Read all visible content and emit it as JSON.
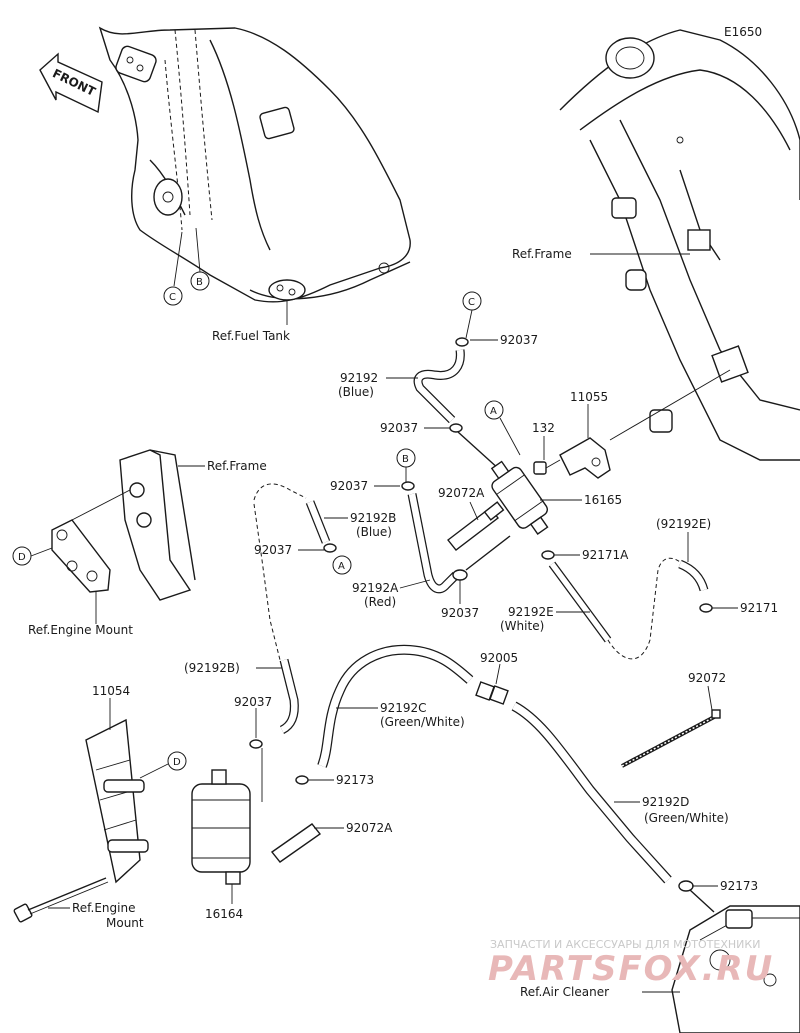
{
  "diagram_code": "E1650",
  "front_label": "FRONT",
  "refs": {
    "fuel_tank": "Ref.Fuel Tank",
    "frame_top": "Ref.Frame",
    "frame_left": "Ref.Frame",
    "engine_mount_1": "Ref.Engine Mount",
    "engine_mount_2_line1": "Ref.Engine",
    "engine_mount_2_line2": "Mount",
    "air_cleaner": "Ref.Air Cleaner"
  },
  "callouts": {
    "a1": "A",
    "a2": "A",
    "b1": "B",
    "b2": "B",
    "c1": "C",
    "c2": "C",
    "d1": "D",
    "d2": "D"
  },
  "parts": {
    "p92037_top": "92037",
    "p92192_blue": "92192",
    "p92192_blue_sub": "(Blue)",
    "p92037_mid": "92037",
    "p132": "132",
    "p11055": "11055",
    "p92037_b": "92037",
    "p92072a_top": "92072A",
    "p16165": "16165",
    "p92192b": "92192B",
    "p92192b_sub": "(Blue)",
    "p92037_left": "92037",
    "p92171a": "92171A",
    "p92192e_paren": "(92192E)",
    "p92192a": "92192A",
    "p92192a_sub": "(Red)",
    "p92037_bottom": "92037",
    "p92192e": "92192E",
    "p92192e_sub": "(White)",
    "p92171": "92171",
    "p92192b_paren": "(92192B)",
    "p92005": "92005",
    "p92072": "92072",
    "p11054": "11054",
    "p92037_canister": "92037",
    "p92192c": "92192C",
    "p92192c_sub": "(Green/White)",
    "p92173_a": "92173",
    "p92072a_bottom": "92072A",
    "p92192d": "92192D",
    "p92192d_sub": "(Green/White)",
    "p16164": "16164",
    "p92173_b": "92173"
  },
  "watermark": {
    "line1": "ЗАПЧАСТИ И АКСЕССУАРЫ ДЛЯ МОТОТЕХНИКИ",
    "line2": "PARTSFOX.RU"
  }
}
